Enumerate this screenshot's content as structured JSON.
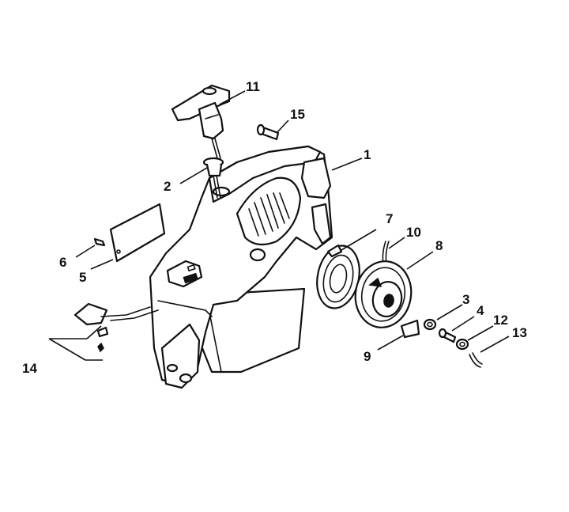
{
  "callouts": [
    {
      "id": "p1",
      "label": "1"
    },
    {
      "id": "p2",
      "label": "2"
    },
    {
      "id": "p3",
      "label": "3"
    },
    {
      "id": "p4",
      "label": "4"
    },
    {
      "id": "p5",
      "label": "5"
    },
    {
      "id": "p6",
      "label": "6"
    },
    {
      "id": "p7",
      "label": "7"
    },
    {
      "id": "p8",
      "label": "8"
    },
    {
      "id": "p9",
      "label": "9"
    },
    {
      "id": "p10",
      "label": "10"
    },
    {
      "id": "p11",
      "label": "11"
    },
    {
      "id": "p12",
      "label": "12"
    },
    {
      "id": "p13",
      "label": "13"
    },
    {
      "id": "p14",
      "label": "14"
    },
    {
      "id": "p15",
      "label": "15"
    }
  ],
  "colors": {
    "ink": "#111111",
    "paper": "#ffffff"
  }
}
